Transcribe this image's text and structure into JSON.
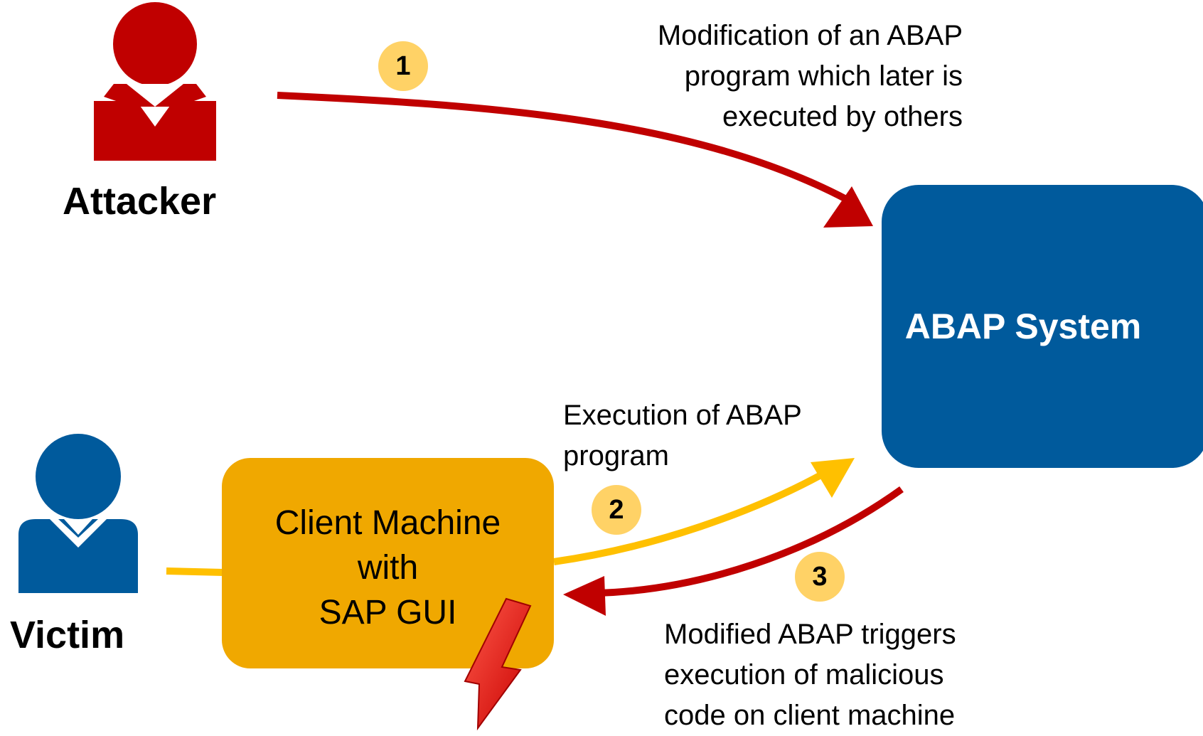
{
  "colors": {
    "attacker": "#C00000",
    "victim": "#005A9C",
    "abap_box": "#005A9C",
    "client_box": "#F0A800",
    "arrow_red": "#C00000",
    "arrow_yellow": "#FFC000",
    "badge": "#FFD266"
  },
  "actors": {
    "attacker": {
      "label": "Attacker",
      "icon": "person-icon"
    },
    "victim": {
      "label": "Victim",
      "icon": "person-icon"
    }
  },
  "nodes": {
    "abap_system": {
      "label": "ABAP System"
    },
    "client_machine": {
      "line1": "Client Machine",
      "line2": "with",
      "line3": "SAP GUI"
    }
  },
  "steps": [
    {
      "number": "1",
      "lines": [
        "Modification of an ABAP",
        "program which later is",
        "executed by others"
      ]
    },
    {
      "number": "2",
      "lines": [
        "Execution of ABAP",
        "program"
      ]
    },
    {
      "number": "3",
      "lines": [
        "Modified ABAP triggers",
        "execution of malicious",
        "code on client machine"
      ]
    }
  ],
  "icons": {
    "lightning": "lightning-bolt-icon"
  }
}
